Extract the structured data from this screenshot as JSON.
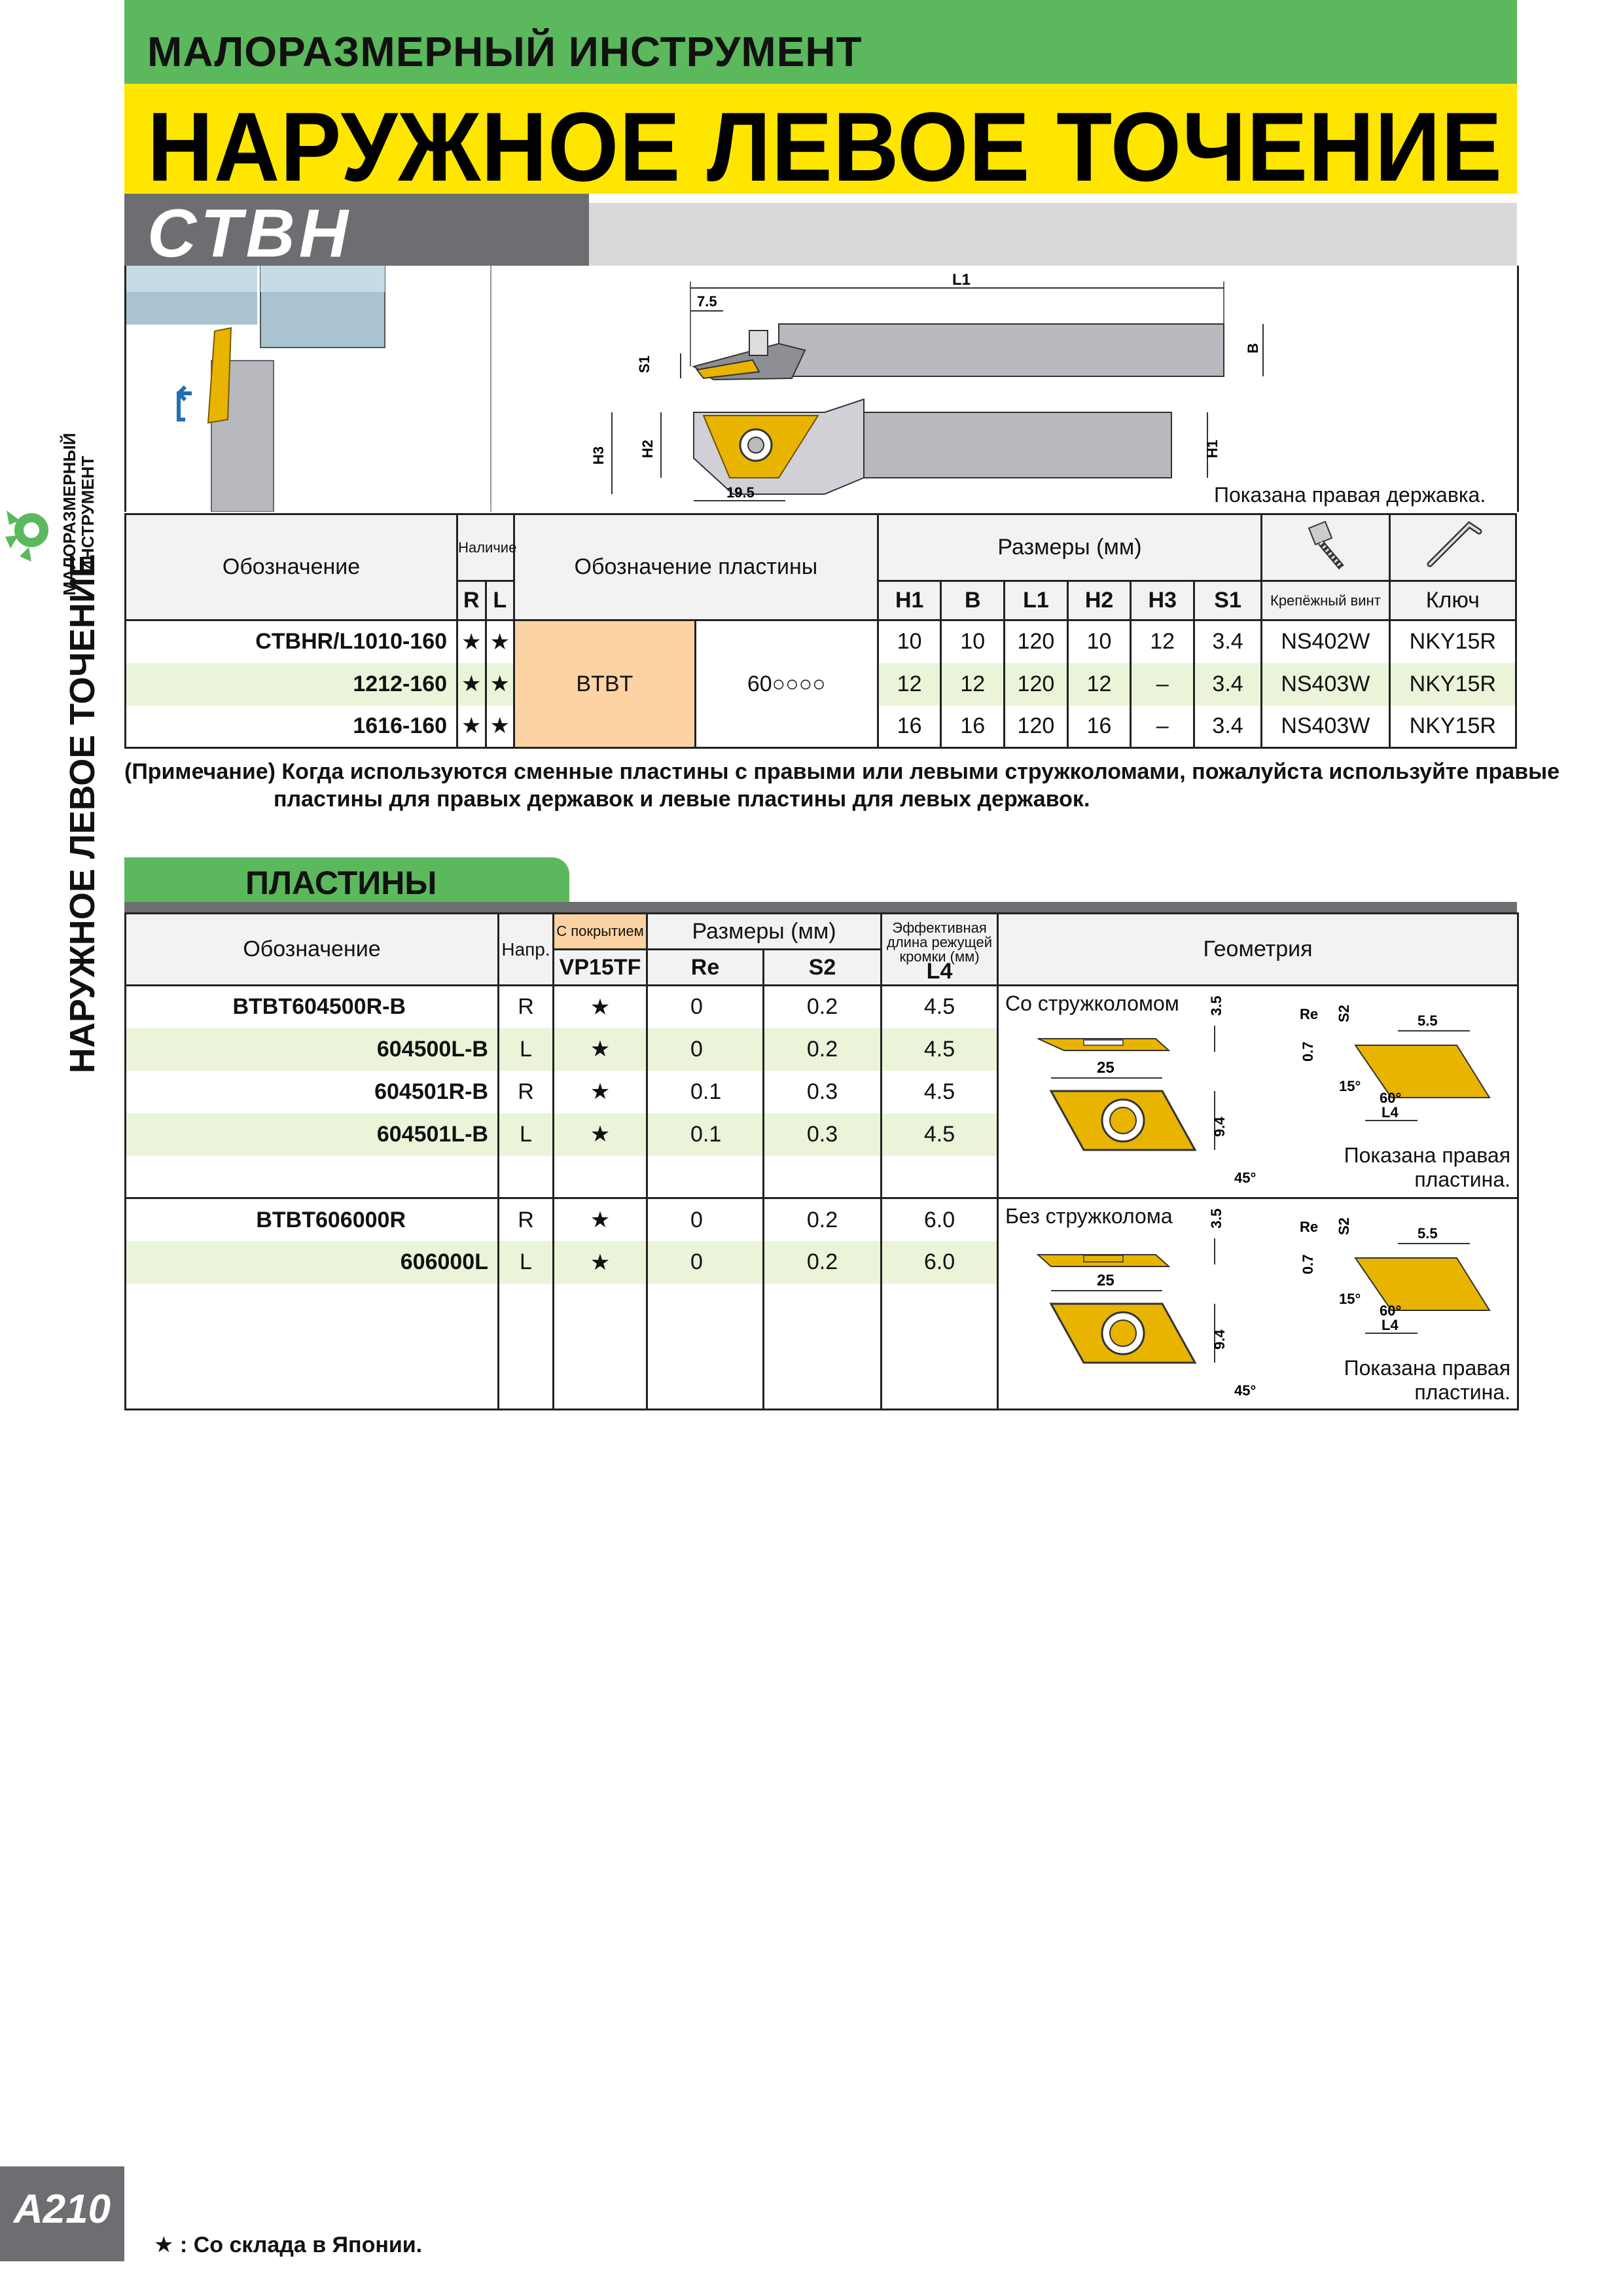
{
  "header": {
    "category": "МАЛОРАЗМЕРНЫЙ ИНСТРУМЕНТ",
    "title": "НАРУЖНОЕ ЛЕВОЕ ТОЧЕНИЕ",
    "model": "CTBH"
  },
  "side": {
    "vertical_title": "НАРУЖНОЕ ЛЕВОЕ ТОЧЕНИЕ",
    "small_label_1": "МАЛОРАЗМЕРНЫЙ",
    "small_label_2": "ИНСТРУМЕНТ"
  },
  "drawing": {
    "caption": "Показана правая державка.",
    "dims": {
      "L1": "L1",
      "d75": "7.5",
      "S1": "S1",
      "B": "B",
      "H3": "H3",
      "H2": "H2",
      "H1": "H1",
      "d195": "19.5"
    }
  },
  "holders": {
    "headers": {
      "designation": "Обозначение",
      "availability": "Наличие",
      "R": "R",
      "L": "L",
      "insert": "Обозначение пластины",
      "dims": "Размеры (мм)",
      "H1": "H1",
      "B": "B",
      "L1": "L1",
      "H2": "H2",
      "H3": "H3",
      "S1": "S1",
      "screw": "Крепёжный винт",
      "key": "Ключ"
    },
    "insert_type": "BTBT",
    "insert_code": "60○○○○",
    "rows": [
      {
        "name": "CTBHR/L1010-160",
        "R": "★",
        "L": "★",
        "H1": "10",
        "B": "10",
        "L1": "120",
        "H2": "10",
        "H3": "12",
        "S1": "3.4",
        "screw": "NS402W",
        "key": "NKY15R"
      },
      {
        "name": "1212-160",
        "R": "★",
        "L": "★",
        "H1": "12",
        "B": "12",
        "L1": "120",
        "H2": "12",
        "H3": "–",
        "S1": "3.4",
        "screw": "NS403W",
        "key": "NKY15R"
      },
      {
        "name": "1616-160",
        "R": "★",
        "L": "★",
        "H1": "16",
        "B": "16",
        "L1": "120",
        "H2": "16",
        "H3": "–",
        "S1": "3.4",
        "screw": "NS403W",
        "key": "NKY15R"
      }
    ],
    "note_1": "(Примечание) Когда используются сменные пластины с правыми или левыми стружколомами, пожалуйста используйте правые",
    "note_2": "пластины для правых державок и левые пластины для левых державок."
  },
  "inserts": {
    "section_title": "ПЛАСТИНЫ",
    "headers": {
      "designation": "Обозначение",
      "direction": "Напр.",
      "coated": "С покрытием",
      "grade": "VP15TF",
      "dims": "Размеры (мм)",
      "Re": "Re",
      "S2": "S2",
      "effective": "Эффективная длина режущей кромки (мм)",
      "L4": "L4",
      "geometry": "Геометрия"
    },
    "groups": [
      {
        "geometry_label": "Со стружколомом",
        "caption_1": "Показана правая",
        "caption_2": "пластина.",
        "rows": [
          {
            "name": "BTBT604500R-B",
            "dir": "R",
            "stock": "★",
            "Re": "0",
            "S2": "0.2",
            "L4": "4.5"
          },
          {
            "name": "604500L-B",
            "dir": "L",
            "stock": "★",
            "Re": "0",
            "S2": "0.2",
            "L4": "4.5"
          },
          {
            "name": "604501R-B",
            "dir": "R",
            "stock": "★",
            "Re": "0.1",
            "S2": "0.3",
            "L4": "4.5"
          },
          {
            "name": "604501L-B",
            "dir": "L",
            "stock": "★",
            "Re": "0.1",
            "S2": "0.3",
            "L4": "4.5"
          }
        ]
      },
      {
        "geometry_label": "Без стружколома",
        "caption_1": "Показана правая",
        "caption_2": "пластина.",
        "rows": [
          {
            "name": "BTBT606000R",
            "dir": "R",
            "stock": "★",
            "Re": "0",
            "S2": "0.2",
            "L4": "6.0"
          },
          {
            "name": "606000L",
            "dir": "L",
            "stock": "★",
            "Re": "0",
            "S2": "0.2",
            "L4": "6.0"
          }
        ]
      }
    ],
    "geo_dims": {
      "d35": "3.5",
      "d25": "25",
      "d94": "9.4",
      "a45": "45°",
      "Re": "Re",
      "S2": "S2",
      "d55": "5.5",
      "d07": "0.7",
      "a15": "15°",
      "a60": "60°",
      "L4": "L4"
    }
  },
  "footer": {
    "page": "A210",
    "legend": "★ : Со склада в Японии."
  },
  "colors": {
    "green": "#5cb85c",
    "yellow": "#ffe600",
    "grey": "#6d6e71",
    "peach": "#fdd3a3",
    "row_alt": "#e9f4d9",
    "insert_gold": "#e8b400"
  }
}
